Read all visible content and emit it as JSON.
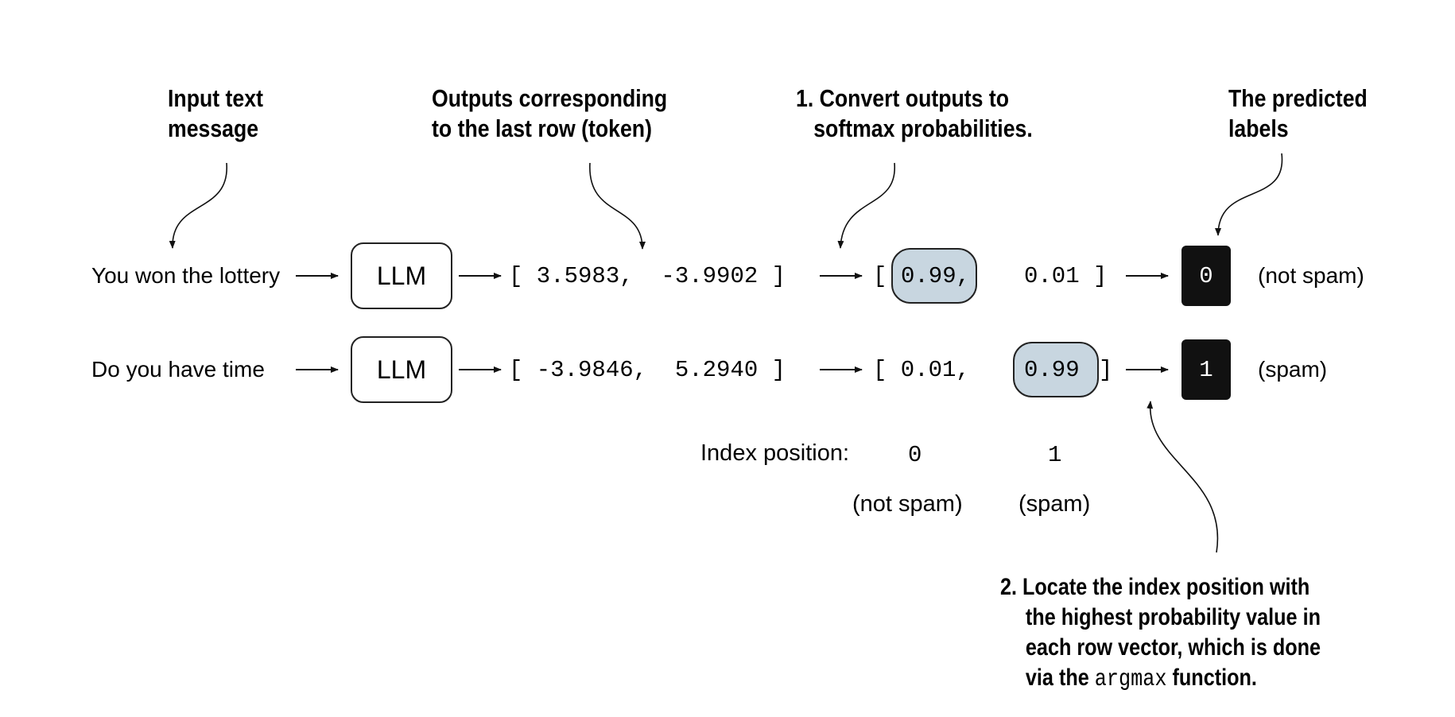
{
  "callouts": {
    "input": [
      "Input text",
      "message"
    ],
    "outputs": [
      "Outputs corresponding",
      "to the last row (token)"
    ],
    "convert": [
      "1. Convert outputs to",
      "   softmax probabilities."
    ],
    "predicted": [
      "The predicted",
      "labels"
    ],
    "locate": {
      "line1": "2. Locate the index position with",
      "line2": "the highest probability value in",
      "line3": "each row vector, which is done",
      "line4_pre": "via the",
      "line4_code": "argmax",
      "line4_post": "function."
    }
  },
  "rows": [
    {
      "text": "You won the lottery",
      "model": "LLM",
      "logits_str": "[ 3.5983,  -3.9902 ]",
      "prob_open": "[",
      "prob_a": "0.99,",
      "prob_b": "0.01 ]",
      "highlight_index": 0,
      "label": "0",
      "label_desc": "(not spam)"
    },
    {
      "text": "Do you have time",
      "model": "LLM",
      "logits_str": "[ -3.9846,  5.2940 ]",
      "prob_open": "[ 0.01,",
      "prob_b": "0.99",
      "prob_close": "]",
      "highlight_index": 1,
      "label": "1",
      "label_desc": "(spam)"
    }
  ],
  "index": {
    "title": "Index position:",
    "positions": [
      "0",
      "1"
    ],
    "meanings": [
      "(not spam)",
      "(spam)"
    ]
  },
  "colors": {
    "highlight": "#c8d6e0",
    "label_box": "#111111",
    "stroke": "#222222"
  }
}
